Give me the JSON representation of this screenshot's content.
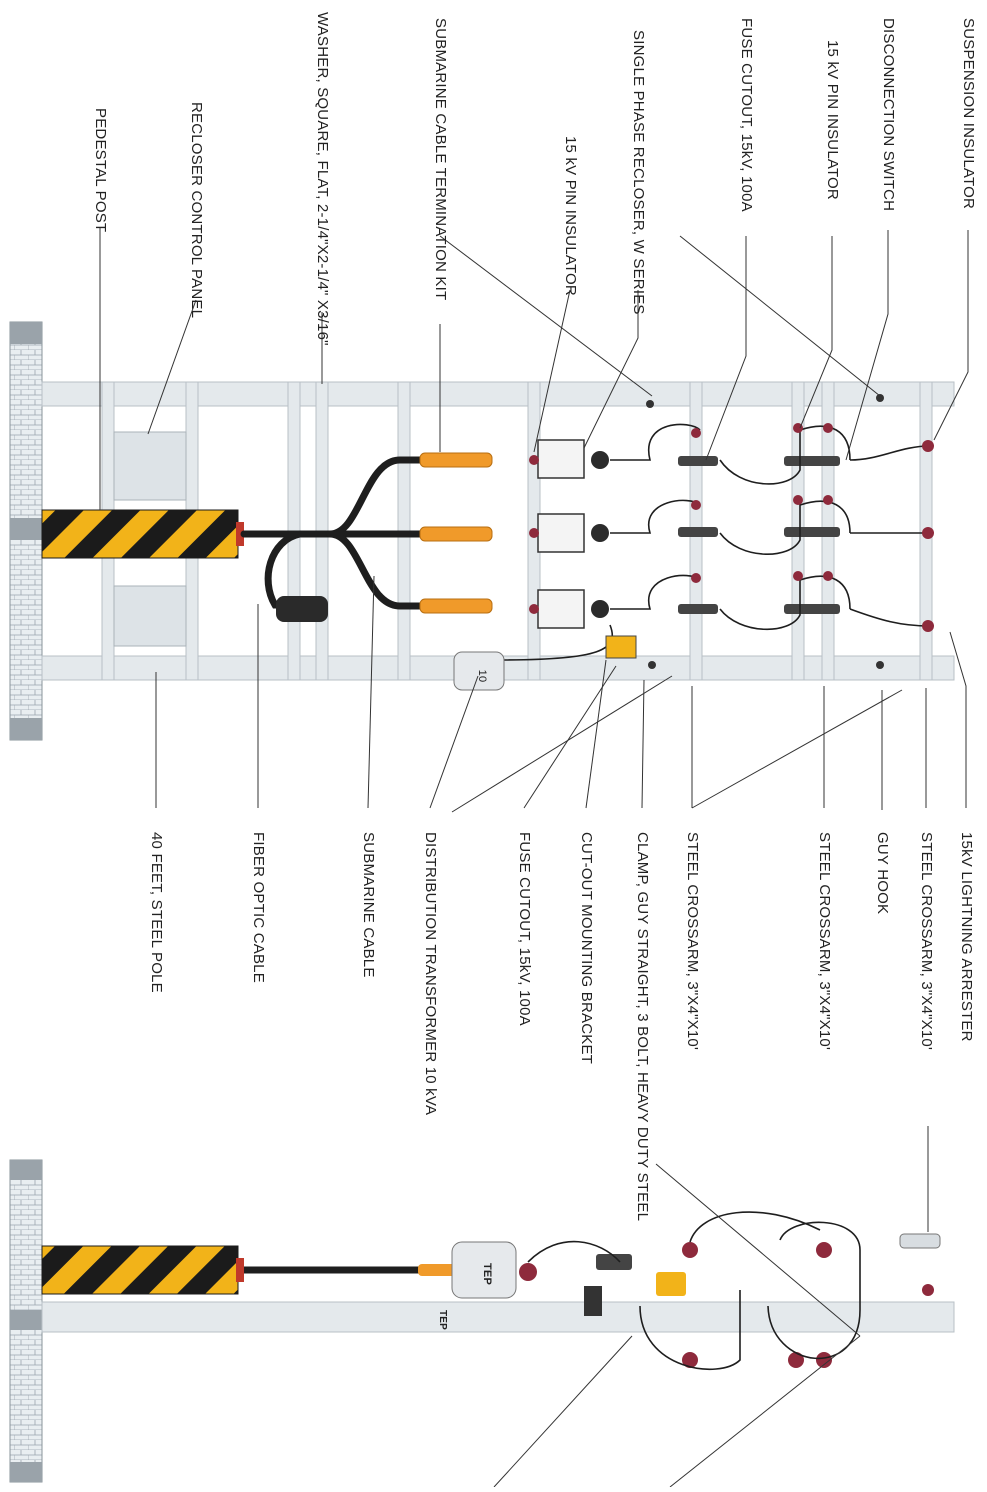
{
  "labels_top": [
    "SUSPENSION INSULATOR",
    "DISCONNECTION SWITCH",
    "15 kV PIN INSULATOR",
    "FUSE CUTOUT, 15kV, 100A",
    "SINGLE PHASE RECLOSER, W SERIES",
    "15 kV PIN INSULATOR",
    "SUBMARINE CABLE TERMINATION KIT",
    "WASHER, SQUARE, FLAT, 2-1/4\"X2-1/4\" X3/16\"",
    "RECLOSER CONTROL PANEL",
    "PEDESTAL POST"
  ],
  "labels_bottom": [
    "15kV LIGHTNING ARRESTER",
    "STEEL CROSSARM, 3\"X4\"X10'",
    "GUY HOOK",
    "STEEL CROSSARM, 3\"X4\"X10'",
    "STEEL CROSSARM, 3\"X4\"X10'",
    "CLAMP, GUY STRAIGHT, 3 BOLT, HEAVY DUTY STEEL",
    "CUT-OUT MOUNTING BRACKET",
    "FUSE CUTOUT, 15kV, 100A",
    "DISTRIBUTION TRANSFORMER 10 kVA",
    "SUBMARINE CABLE",
    "FIBER OPTIC CABLE",
    "40 FEET, STEEL POLE"
  ],
  "transformer_rating": "10",
  "brand_mark": "TEP",
  "colors": {
    "pole": "#e4e9ec",
    "pole_edge": "#b8c0c6",
    "insulator": "#8e2a3c",
    "hazard_yellow": "#f2b319",
    "hazard_black": "#1b1b1b",
    "termination_orange": "#f09a2a",
    "cable": "#1e1e1e",
    "leader": "#333333"
  }
}
